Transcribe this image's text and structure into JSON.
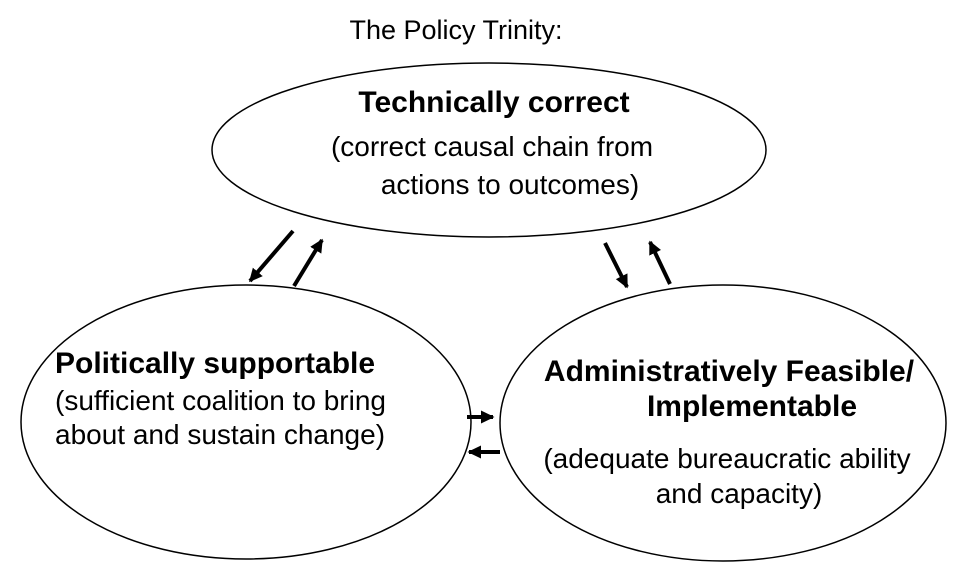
{
  "title": "The Policy Trinity:",
  "nodes": {
    "technical": {
      "heading": "Technically correct",
      "body_line1": "(correct causal chain from",
      "body_line2": "actions to outcomes)"
    },
    "political": {
      "heading": "Politically supportable",
      "body_line1": "(sufficient coalition to bring",
      "body_line2": "about and sustain change)"
    },
    "administrative": {
      "heading_line1": "Administratively Feasible/",
      "heading_line2": "Implementable",
      "body_line1": "(adequate bureaucratic ability",
      "body_line2": "and capacity)"
    }
  },
  "colors": {
    "background": "#ffffff",
    "line": "#000000",
    "text": "#000000"
  }
}
